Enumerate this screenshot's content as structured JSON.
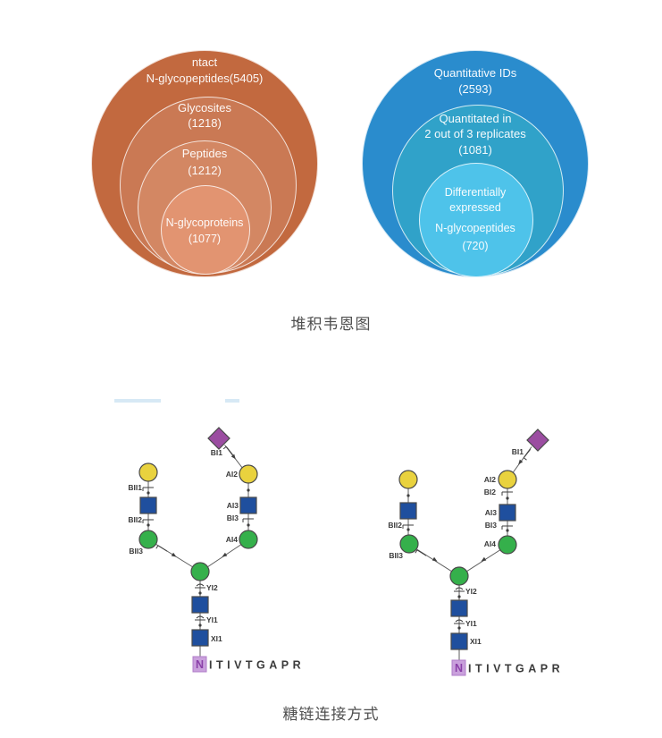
{
  "captions": {
    "venn_title": "堆积韦恩图",
    "glycan_title": "糖链连接方式"
  },
  "venn_left": {
    "ring1_l1": "ntact",
    "ring1_l2": "N-glycopeptides(5405)",
    "ring2_l1": "Glycosites",
    "ring2_l2": "(1218)",
    "ring3_l1": "Peptides",
    "ring3_l2": "(1212)",
    "ring4_l1": "N-glycoproteins",
    "ring4_l2": "(1077)"
  },
  "venn_right": {
    "ring1_l1": "Quantitative IDs",
    "ring1_l2": "(2593)",
    "ring2_l1": "Quantitated in",
    "ring2_l2": "2 out of 3 replicates",
    "ring2_l3": "(1081)",
    "ring3_l1": "Differentially",
    "ring3_l2": "expressed",
    "ring3_l3": "N-glycopeptides",
    "ring3_l4": "(720)"
  },
  "glycan_left": {
    "bi1": "BI1",
    "ai2": "AI2",
    "bii1": "BII1",
    "bii2": "BII2",
    "bii3": "BII3",
    "ai3": "AI3",
    "bi3": "BI3",
    "ai4": "AI4",
    "yi2": "YI2",
    "yi1": "YI1",
    "xi1": "XI1",
    "n_residue": "N",
    "peptide_rest": "ITIVTGAPR"
  },
  "glycan_right": {
    "bi1": "BI1",
    "ai2": "AI2",
    "bi2": "BI2",
    "bii2": "BII2",
    "bii3": "BII3",
    "ai3": "AI3",
    "bi3": "BI3",
    "ai4": "AI4",
    "yi2": "YI2",
    "yi1": "YI1",
    "xi1": "XI1",
    "n_residue": "N",
    "peptide_rest": "ITIVTGAPR"
  },
  "colors": {
    "venn_left_rings": [
      "#c2693f",
      "#ca7954",
      "#d38763",
      "#e29471"
    ],
    "venn_right_rings": [
      "#2a8ccd",
      "#30a2c9",
      "#4ec3ea"
    ],
    "glycan": {
      "neu5ac_diamond": "#9b4da1",
      "galactose_circle": "#e9d23e",
      "glcnac_square": "#1f4f9e",
      "mannose_circle": "#35b04b",
      "n_highlight": "#c9a0dc",
      "n_letter": "#8a3fa8"
    },
    "caption_text": "#4f4f4f"
  },
  "chart_data": [
    {
      "type": "other",
      "subtype": "stacked_venn",
      "title": "堆积韦恩图",
      "panels": [
        {
          "theme": "orange",
          "rings": [
            {
              "label": "ntact N-glycopeptides",
              "value": 5405
            },
            {
              "label": "Glycosites",
              "value": 1218
            },
            {
              "label": "Peptides",
              "value": 1212
            },
            {
              "label": "N-glycoproteins",
              "value": 1077
            }
          ]
        },
        {
          "theme": "blue",
          "rings": [
            {
              "label": "Quantitative IDs",
              "value": 2593
            },
            {
              "label": "Quantitated in 2 out of 3 replicates",
              "value": 1081
            },
            {
              "label": "Differentially expressed N-glycopeptides",
              "value": 720
            }
          ]
        }
      ]
    },
    {
      "type": "other",
      "subtype": "glycan_fragmentation_diagram",
      "title": "糖链连接方式",
      "peptide": "NITIVTGAPR",
      "glycosylated_residue": "N",
      "panels": [
        {
          "fragment_labels": [
            "BI1",
            "AI2",
            "BII1",
            "AI3",
            "BI3",
            "BII2",
            "AI4",
            "BII3",
            "YI2",
            "YI1",
            "XI1"
          ]
        },
        {
          "fragment_labels": [
            "BI1",
            "AI2",
            "BI2",
            "AI3",
            "BI3",
            "BII2",
            "AI4",
            "BII3",
            "YI2",
            "YI1",
            "XI1"
          ]
        }
      ]
    }
  ]
}
